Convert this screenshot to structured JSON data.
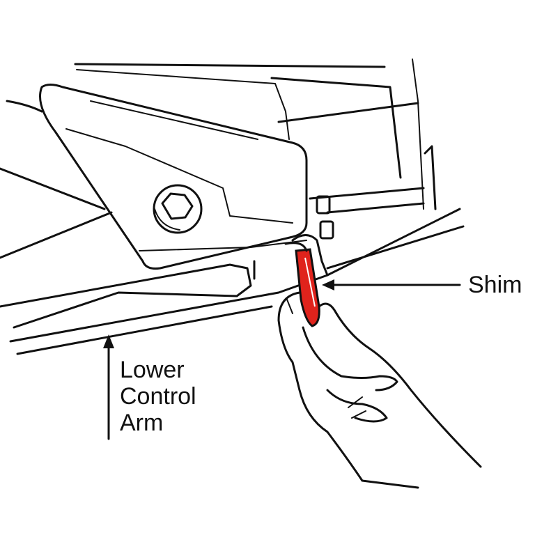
{
  "labels": {
    "shim": "Shim",
    "lower_control_arm": [
      "Lower",
      "Control",
      "Arm"
    ]
  },
  "colors": {
    "shim_fill": "#e0231c",
    "line": "#111111"
  }
}
